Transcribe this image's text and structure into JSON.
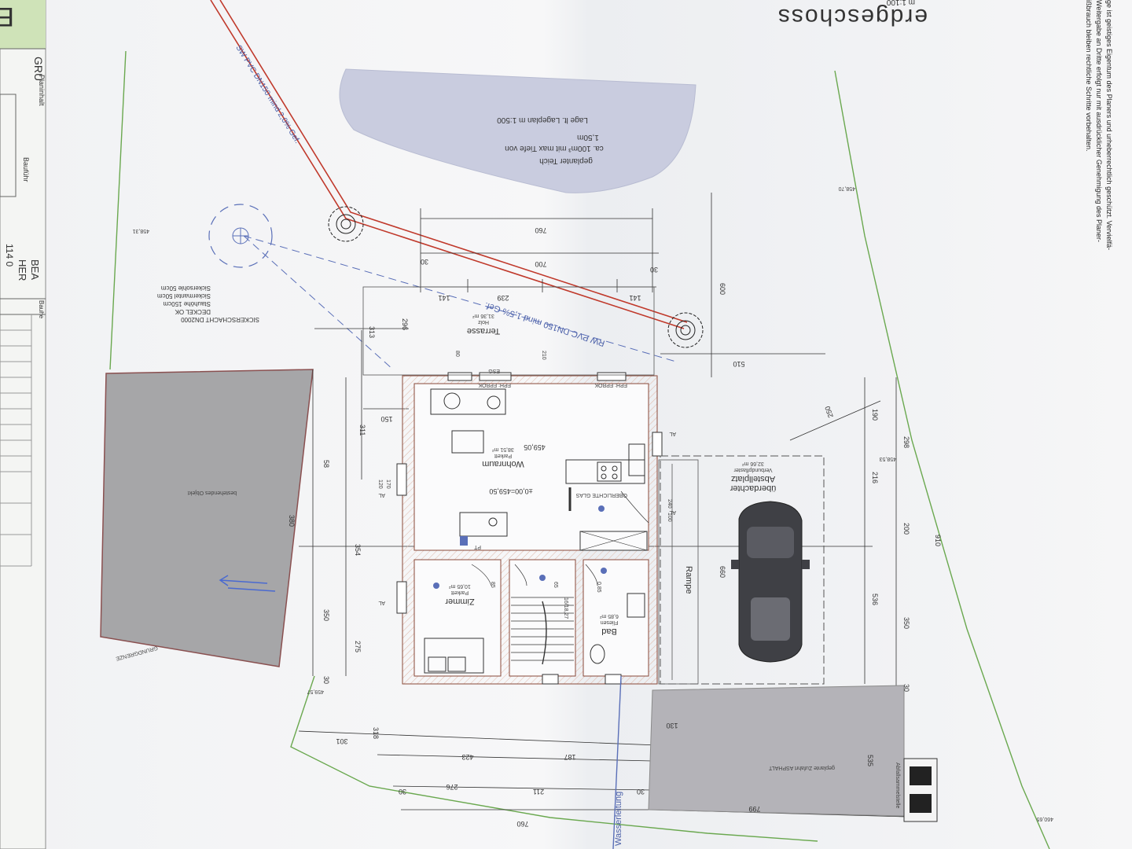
{
  "plan": {
    "title": "erdgeschoss",
    "scale": "m 1:100",
    "title_block_fragments": [
      "EIN",
      "GRU",
      "Planinhalt",
      "Bauführ",
      "BEA",
      "HER",
      "114 0",
      "Bauhe"
    ],
    "copyright_lines": [
      "ge ist geistiges Eigentum des Planers und urheberrechtlich geschützt. Vervielfä-",
      "Weitergabe an Dritte erfolgt nur mit ausdrücklicher Genehmigung des Planer-",
      "ißbrauch bleiben rechtliche Schritte vorbehalten."
    ]
  },
  "pond": {
    "label": "geplanter Teich",
    "line1": "ca. 100m³ mit max Tiefe von",
    "line2": "1,50m",
    "line3": "Lage lt. Lageplan m 1:500"
  },
  "pipes": {
    "sw": "SW PVC DN150 mind 2,0% Gef.",
    "rw": "RW PVC DN150 mind 1,5% Gef."
  },
  "shaft": {
    "title": "SICKERSCHACHT DN2000",
    "lines": [
      "DECKEL OK",
      "Stauhöhe 150cm",
      "Sickermantel 50cm",
      "Sickersohle 50cm"
    ]
  },
  "terrace": {
    "name": "Terrasse",
    "material": "Holz",
    "area": "31,36 m²"
  },
  "living": {
    "name": "Wohnraum",
    "floor": "Parkett",
    "area": "38,51 m²",
    "spot_height": "459,05",
    "datum": "±0,00=459,50"
  },
  "zimmer": {
    "name": "Zimmer",
    "floor": "Parkett",
    "area": "10,65 m²"
  },
  "bad": {
    "name": "Bad",
    "floor": "Fliesen",
    "area": "6,85 m²"
  },
  "carport": {
    "name": "überdachter",
    "name2": "Abstellplatz",
    "floor": "Verbundpflaster",
    "area": "32,66 m²"
  },
  "rampe": "Rampe",
  "existing": "bestehendes Objekt",
  "boundary": "GRUNDGRENZE",
  "drive": "geplante Zufahrt ASPHALT",
  "waste": "Abfallsammelstelle",
  "water": "Wasserleitung",
  "labels": {
    "oberlichte": "OBERLICHTE GLAS",
    "fph_fpbok": "FPH: FPBOK",
    "esg": "ESG",
    "pt": "PT",
    "al": "AL",
    "spot_heights": [
      "458,31",
      "458,70",
      "458,53",
      "459,57",
      "460,65"
    ]
  },
  "dimensions": {
    "top": [
      "760",
      "700",
      "141",
      "239",
      "141",
      "30",
      "30"
    ],
    "right": [
      "600",
      "510",
      "250",
      "190",
      "298",
      "216",
      "200",
      "536",
      "350",
      "910",
      "30",
      "660"
    ],
    "left": [
      "296",
      "313",
      "311",
      "150",
      "58",
      "354",
      "350",
      "275",
      "30",
      "380"
    ],
    "bottom": [
      "318",
      "301",
      "423",
      "187",
      "276",
      "211",
      "760",
      "799",
      "535",
      "130",
      "30",
      "30"
    ],
    "openings": [
      "80",
      "210",
      "170",
      "120",
      "240",
      "100",
      "85",
      "65",
      "0.85",
      "16/18,27"
    ]
  }
}
